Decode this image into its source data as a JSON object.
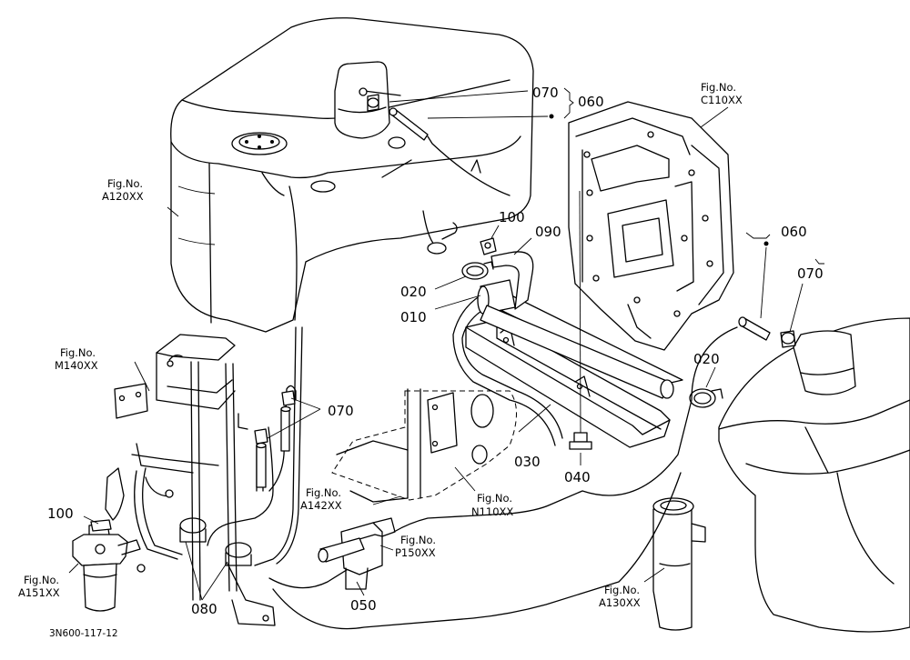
{
  "diagram": {
    "drawing_code": "3N600-117-12",
    "part_numbers": {
      "p070_top": "070",
      "p060_top": "060",
      "p100_mid": "100",
      "p090": "090",
      "p020_left": "020",
      "p010": "010",
      "p060_right": "060",
      "p070_right": "070",
      "p020_right": "020",
      "p070_left": "070",
      "p030": "030",
      "p040": "040",
      "p100_left": "100",
      "p080": "080",
      "p050": "050"
    },
    "figure_refs": {
      "c110": {
        "line1": "Fig.No.",
        "line2": "C110XX"
      },
      "a120": {
        "line1": "Fig.No.",
        "line2": "A120XX"
      },
      "m140": {
        "line1": "Fig.No.",
        "line2": "M140XX"
      },
      "a142": {
        "line1": "Fig.No.",
        "line2": "A142XX"
      },
      "n110": {
        "line1": "Fig.No.",
        "line2": "N110XX"
      },
      "p150": {
        "line1": "Fig.No.",
        "line2": "P150XX"
      },
      "a151": {
        "line1": "Fig.No.",
        "line2": "A151XX"
      },
      "a130": {
        "line1": "Fig.No.",
        "line2": "A130XX"
      }
    }
  }
}
